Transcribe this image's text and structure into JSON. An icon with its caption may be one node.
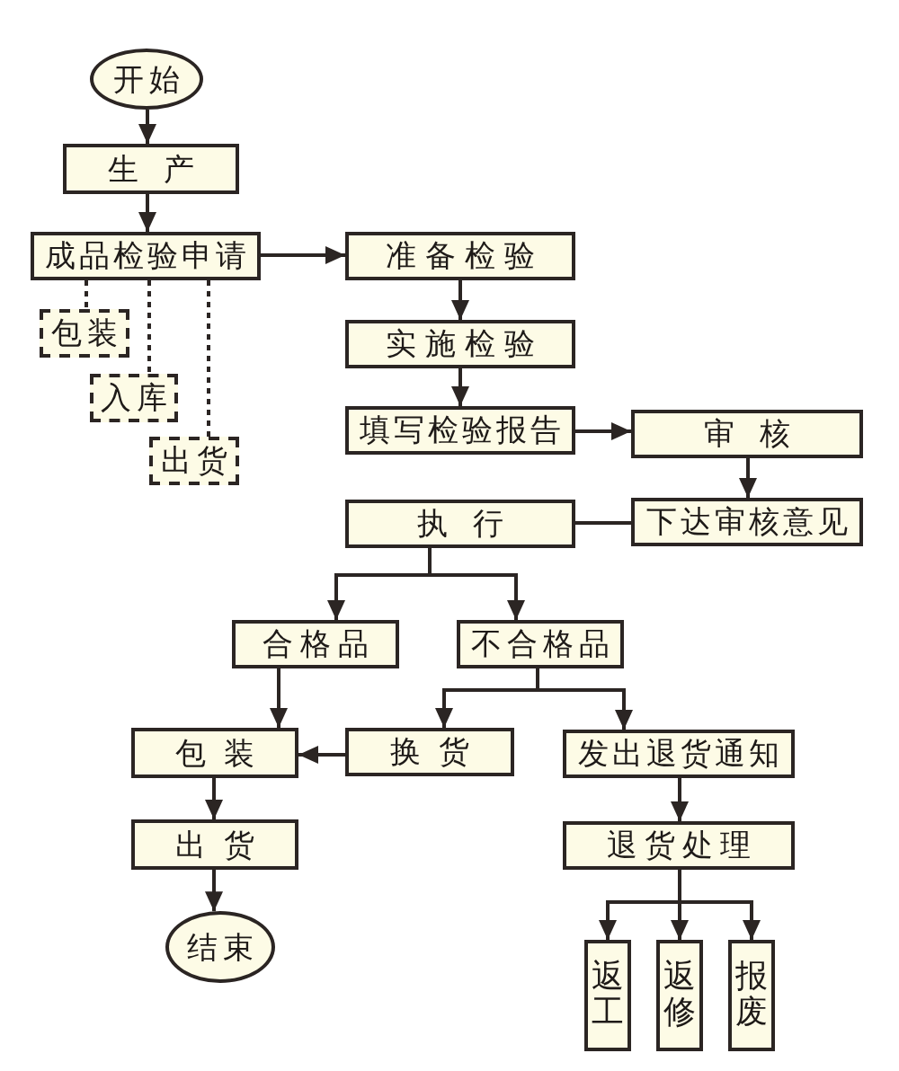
{
  "diagram": {
    "nodes": [
      {
        "text": [
          "开始"
        ]
      },
      {
        "text": [
          "生产"
        ]
      },
      {
        "text": [
          "成品检验申请"
        ]
      },
      {
        "text": [
          "包装"
        ]
      },
      {
        "text": [
          "入库"
        ]
      },
      {
        "text": [
          "出货"
        ]
      },
      {
        "text": [
          "准备检验"
        ]
      },
      {
        "text": [
          "实施检验"
        ]
      },
      {
        "text": [
          "填写检验报告"
        ]
      },
      {
        "text": [
          "审核"
        ]
      },
      {
        "text": [
          "下达审核意见"
        ]
      },
      {
        "text": [
          "执行"
        ]
      },
      {
        "text": [
          "合格品"
        ]
      },
      {
        "text": [
          "不合格品"
        ]
      },
      {
        "text": [
          "包装"
        ]
      },
      {
        "text": [
          "换货"
        ]
      },
      {
        "text": [
          "发出退货通知"
        ]
      },
      {
        "text": [
          "出货"
        ]
      },
      {
        "text": [
          "结束"
        ]
      },
      {
        "text": [
          "退货处理"
        ]
      },
      {
        "text": [
          "返工"
        ]
      },
      {
        "text": [
          "返修"
        ]
      },
      {
        "text": [
          "报废"
        ]
      }
    ],
    "edges": [
      {
        "from": 0,
        "to": 1,
        "arrow": "to"
      },
      {
        "from": 1,
        "to": 2,
        "arrow": "to"
      },
      {
        "from": 2,
        "to": 3,
        "arrow": "none",
        "style": "dashed"
      },
      {
        "from": 2,
        "to": 4,
        "arrow": "none",
        "style": "dashed"
      },
      {
        "from": 2,
        "to": 5,
        "arrow": "none",
        "style": "dashed"
      },
      {
        "from": 2,
        "to": 6,
        "arrow": "to"
      },
      {
        "from": 6,
        "to": 7,
        "arrow": "to"
      },
      {
        "from": 7,
        "to": 8,
        "arrow": "to"
      },
      {
        "from": 8,
        "to": 9,
        "arrow": "to"
      },
      {
        "from": 9,
        "to": 10,
        "arrow": "to"
      },
      {
        "from": 10,
        "to": 11,
        "arrow": "none"
      },
      {
        "from": 11,
        "to": 12,
        "arrow": "to"
      },
      {
        "from": 11,
        "to": 13,
        "arrow": "to"
      },
      {
        "from": 12,
        "to": 14,
        "arrow": "to"
      },
      {
        "from": 13,
        "to": 15,
        "arrow": "to"
      },
      {
        "from": 13,
        "to": 16,
        "arrow": "to"
      },
      {
        "from": 15,
        "to": 14,
        "arrow": "to"
      },
      {
        "from": 14,
        "to": 17,
        "arrow": "to"
      },
      {
        "from": 17,
        "to": 18,
        "arrow": "to"
      },
      {
        "from": 16,
        "to": 19,
        "arrow": "to"
      },
      {
        "from": 19,
        "to": 20,
        "arrow": "to"
      },
      {
        "from": 19,
        "to": 21,
        "arrow": "to"
      },
      {
        "from": 19,
        "to": 22,
        "arrow": "to"
      }
    ]
  }
}
